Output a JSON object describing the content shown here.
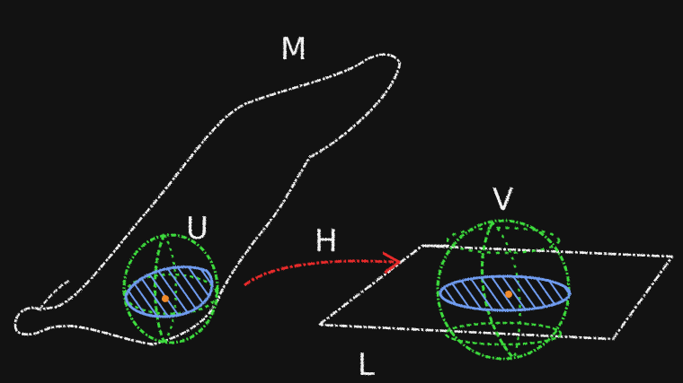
{
  "labels": {
    "manifold": "M",
    "chart_domain": "U",
    "map": "H",
    "image_set": "V",
    "subspace": "L"
  },
  "colors": {
    "background": "#121212",
    "chalk_white": "#f2f2f2",
    "neighborhood_green": "#3ddc3d",
    "slice_blue": "#6f9cf0",
    "point_orange": "#f08a2a",
    "arrow_red": "#e8292a"
  }
}
